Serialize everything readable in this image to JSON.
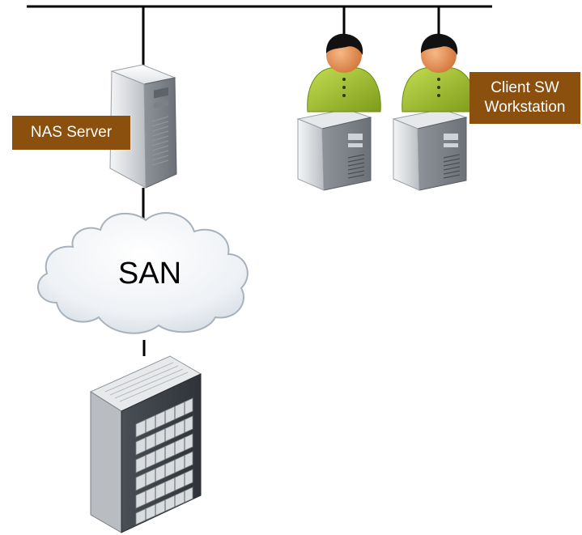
{
  "diagram": {
    "nodes": [
      {
        "id": "nas-server",
        "label": "NAS Server",
        "type": "server-tower"
      },
      {
        "id": "client-1",
        "type": "user-workstation"
      },
      {
        "id": "client-2",
        "type": "user-workstation",
        "label": "Client SW\nWorkstation"
      },
      {
        "id": "san",
        "label": "SAN",
        "type": "cloud"
      },
      {
        "id": "storage-array",
        "type": "storage-rack"
      }
    ],
    "edges": [
      {
        "from": "network-bus",
        "to": "nas-server"
      },
      {
        "from": "network-bus",
        "to": "client-1"
      },
      {
        "from": "network-bus",
        "to": "client-2"
      },
      {
        "from": "nas-server",
        "to": "san"
      },
      {
        "from": "san",
        "to": "storage-array"
      }
    ]
  },
  "labels": {
    "nas_server": "NAS Server",
    "client_line1": "Client SW",
    "client_line2": "Workstation",
    "san": "SAN"
  },
  "colors": {
    "label_background": "#8B4F0E",
    "label_text": "#ffffff",
    "user_body": "#9BBE2A",
    "user_head": "#E8955A",
    "user_hair": "#111111",
    "server_body": "#C9CCCF",
    "cloud_fill": "#E9EDF2",
    "cloud_stroke": "#A8B2BC",
    "line": "#000000"
  },
  "icons": {
    "nas_server": "server-tower-icon",
    "user": "user-icon",
    "workstation": "workstation-icon",
    "cloud": "cloud-icon",
    "storage": "storage-rack-icon"
  }
}
